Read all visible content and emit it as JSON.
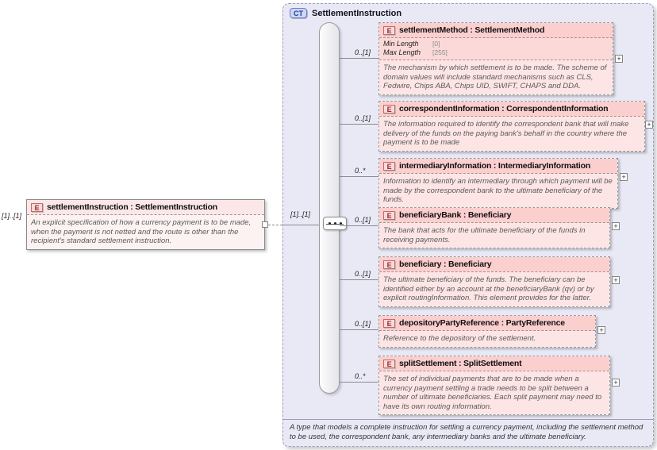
{
  "root": {
    "badge": "E",
    "title": "settlementInstruction : SettlementInstruction",
    "cardinality": "[1]..[1]",
    "description": "An explicit specification of how a currency payment is to be made, when the payment is not netted and the route is other than the recipient's standard settlement instruction."
  },
  "ct": {
    "badge": "CT",
    "title": "SettlementInstruction",
    "sequence_cardinality": "[1]..[1]",
    "annotation": "A type that models a complete instruction for settling a currency payment, including the settlement method to be used, the correspondent bank, any intermediary banks and the ultimate beneficiary.",
    "children": [
      {
        "badge": "E",
        "title": "settlementMethod : SettlementMethod",
        "cardinality": "0..[1]",
        "facets": [
          {
            "label": "Min Length",
            "value": "[0]"
          },
          {
            "label": "Max Length",
            "value": "[255]"
          }
        ],
        "description": "The mechanism by which settlement is to be made. The scheme of domain values will include standard mechanisms such as CLS, Fedwire, Chips ABA, Chips UID, SWIFT, CHAPS and DDA."
      },
      {
        "badge": "E",
        "title": "correspondentInformation : CorrespondentInformation",
        "cardinality": "0..[1]",
        "description": "The information required to identify the correspondent bank that will make delivery of the funds on the paying bank's behalf in the country where the payment is to be made"
      },
      {
        "badge": "E",
        "title": "intermediaryInformation : IntermediaryInformation",
        "cardinality": "0..*",
        "description": "Information to identify an intermediary through which payment will be made by the correspondent bank to the ultimate beneficiary of the funds."
      },
      {
        "badge": "E",
        "title": "beneficiaryBank : Beneficiary",
        "cardinality": "0..[1]",
        "description": "The bank that acts for the ultimate beneficiary of the funds in receiving payments."
      },
      {
        "badge": "E",
        "title": "beneficiary : Beneficiary",
        "cardinality": "0..[1]",
        "description": "The ultimate beneficiary of the funds. The beneficiary can be identified either by an account at the beneficiaryBank (qv) or by explicit routingInformation. This element provides for the latter."
      },
      {
        "badge": "E",
        "title": "depositoryPartyReference : PartyReference",
        "cardinality": "0..[1]",
        "description": "Reference to the depository of the settlement."
      },
      {
        "badge": "E",
        "title": "splitSettlement : SplitSettlement",
        "cardinality": "0..*",
        "description": "The set of individual payments that are to be made when a currency payment settling a trade needs to be split between a number of ultimate beneficiaries. Each split payment may need to have its own routing information."
      }
    ]
  },
  "icons": {
    "expand": "+"
  }
}
